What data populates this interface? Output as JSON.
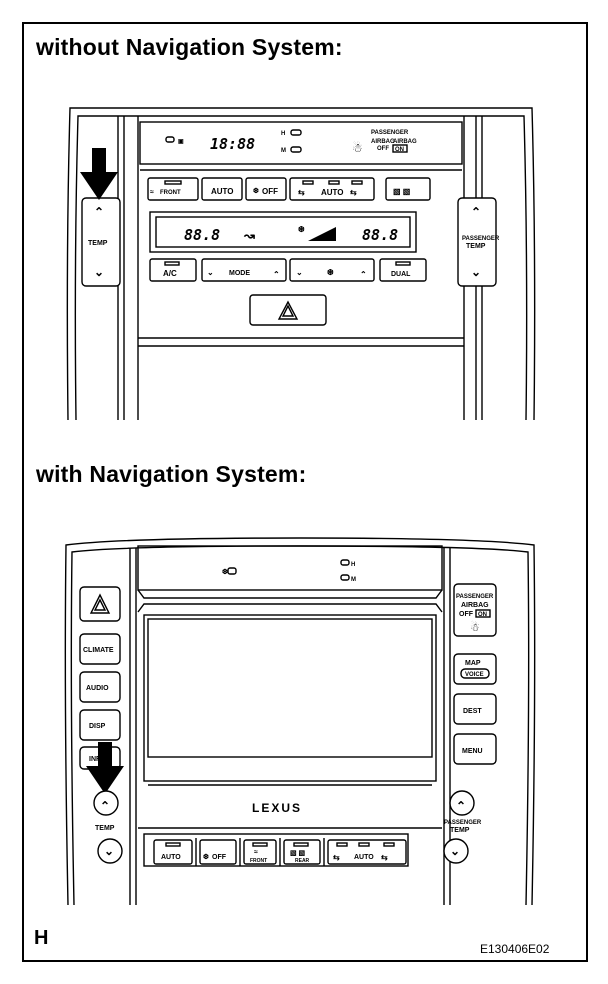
{
  "top": {
    "heading": "without Navigation System:",
    "clock": "18:88",
    "left_temp_readout": "88.8",
    "right_temp_readout": "88.8",
    "buttons": {
      "front_defrost": "FRONT",
      "auto": "AUTO",
      "off": "OFF",
      "auto_recirc": "AUTO",
      "ac": "A/C",
      "mode": "MODE",
      "dual": "DUAL"
    },
    "left_temp_label": "TEMP",
    "right_temp_label_line1": "PASSENGER",
    "right_temp_label_line2": "TEMP",
    "passenger_label": "PASSENGER",
    "airbag_off_label_1": "AIRBAG",
    "airbag_off_label_2": "OFF",
    "airbag_on_label_1": "AIRBAG",
    "airbag_on_label_2": "ON"
  },
  "bottom": {
    "heading": "with Navigation System:",
    "left_buttons": [
      "CLIMATE",
      "AUDIO",
      "DISP",
      "INFO"
    ],
    "right_buttons": {
      "passenger_airbag_1": "PASSENGER",
      "passenger_airbag_2": "AIRBAG",
      "passenger_airbag_3": "OFF",
      "passenger_airbag_on": "ON",
      "map_1": "MAP",
      "map_2": "VOICE",
      "dest": "DEST",
      "menu": "MENU"
    },
    "brand": "LEXUS",
    "left_temp_label": "TEMP",
    "right_temp_label_line1": "PASSENGER",
    "right_temp_label_line2": "TEMP",
    "climate_bar": {
      "auto_left": "AUTO",
      "off": "OFF",
      "front": "FRONT",
      "rear": "REAR",
      "auto_right": "AUTO"
    }
  },
  "corner_letter": "H",
  "figure_code": "E130406E02"
}
